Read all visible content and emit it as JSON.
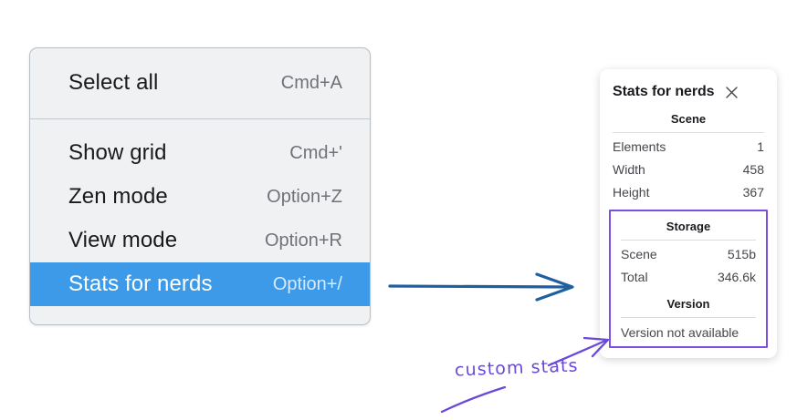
{
  "context_menu": {
    "name": "canvas-context-menu",
    "sections": [
      {
        "items": [
          {
            "label": "Select all",
            "shortcut": "Cmd+A",
            "selected": false
          }
        ]
      },
      {
        "items": [
          {
            "label": "Show grid",
            "shortcut": "Cmd+'",
            "selected": false
          },
          {
            "label": "Zen mode",
            "shortcut": "Option+Z",
            "selected": false
          },
          {
            "label": "View mode",
            "shortcut": "Option+R",
            "selected": false
          },
          {
            "label": "Stats for nerds",
            "shortcut": "Option+/",
            "selected": true
          }
        ]
      }
    ],
    "highlight_color": "#3d9ae8"
  },
  "stats_panel": {
    "title": "Stats for nerds",
    "close_icon": "close-icon",
    "groups": [
      {
        "heading": "Scene",
        "boxed": false,
        "rows": [
          {
            "key": "Elements",
            "value": "1"
          },
          {
            "key": "Width",
            "value": "458"
          },
          {
            "key": "Height",
            "value": "367"
          }
        ]
      },
      {
        "heading": "Storage",
        "boxed": true,
        "rows": [
          {
            "key": "Scene",
            "value": "515b"
          },
          {
            "key": "Total",
            "value": "346.6k"
          }
        ]
      },
      {
        "heading": "Version",
        "boxed": true,
        "note": "Version not available"
      }
    ],
    "highlight_box_color": "#7d4fe0"
  },
  "annotations": {
    "handwritten_label": "custom stats",
    "handwriting_color": "#6a49d8",
    "pointer_arrow_color": "#1f5fa0"
  }
}
